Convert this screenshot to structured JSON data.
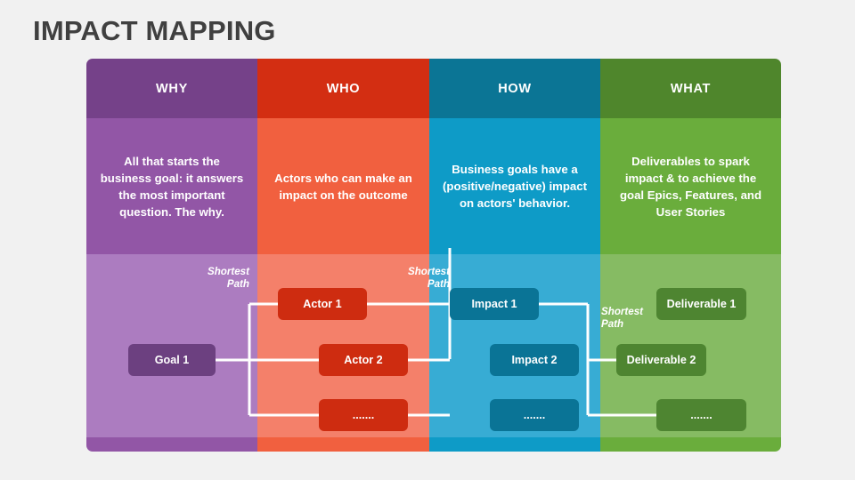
{
  "title": "IMPACT MAPPING",
  "colors": {
    "background": "#f1f1f1",
    "title_text": "#404040",
    "why_header": "#754189",
    "why_desc": "#9256A6",
    "why_body": "#AC7CC0",
    "why_node": "#6C4080",
    "who_header": "#D32E12",
    "who_desc": "#F1603F",
    "who_body": "#F4806A",
    "who_node": "#CE2C10",
    "how_header": "#0B7595",
    "how_desc": "#0E9BC7",
    "how_body": "#37ACD4",
    "how_node": "#0A7496",
    "what_header": "#4F862C",
    "what_desc": "#6AAD3C",
    "what_body": "#86BB63",
    "what_node": "#4E8531",
    "connector": "#ffffff"
  },
  "columns": [
    {
      "key": "why",
      "header": "WHY",
      "description": "All that starts the business goal: it answers the most important question. The why."
    },
    {
      "key": "who",
      "header": "WHO",
      "description": "Actors who can make an impact on the outcome"
    },
    {
      "key": "how",
      "header": "HOW",
      "description": "Business goals have a (positive/negative) impact on actors' behavior."
    },
    {
      "key": "what",
      "header": "WHAT",
      "description": "Deliverables to spark impact & to achieve the goal Epics, Features, and User Stories"
    }
  ],
  "nodes": {
    "goal_1": "Goal 1",
    "actor_1": "Actor 1",
    "actor_2": "Actor 2",
    "actor_more": ".......",
    "impact_1": "Impact 1",
    "impact_2": "Impact 2",
    "impact_more": ".......",
    "deliverable_1": "Deliverable 1",
    "deliverable_2": "Deliverable 2",
    "deliverable_more": "......."
  },
  "shortest_path_labels": {
    "why_who": "Shortest\nPath",
    "who_how": "Shortest\nPath",
    "how_what": "Shortest\nPath",
    "line1": "Shortest",
    "line2": "Path"
  }
}
